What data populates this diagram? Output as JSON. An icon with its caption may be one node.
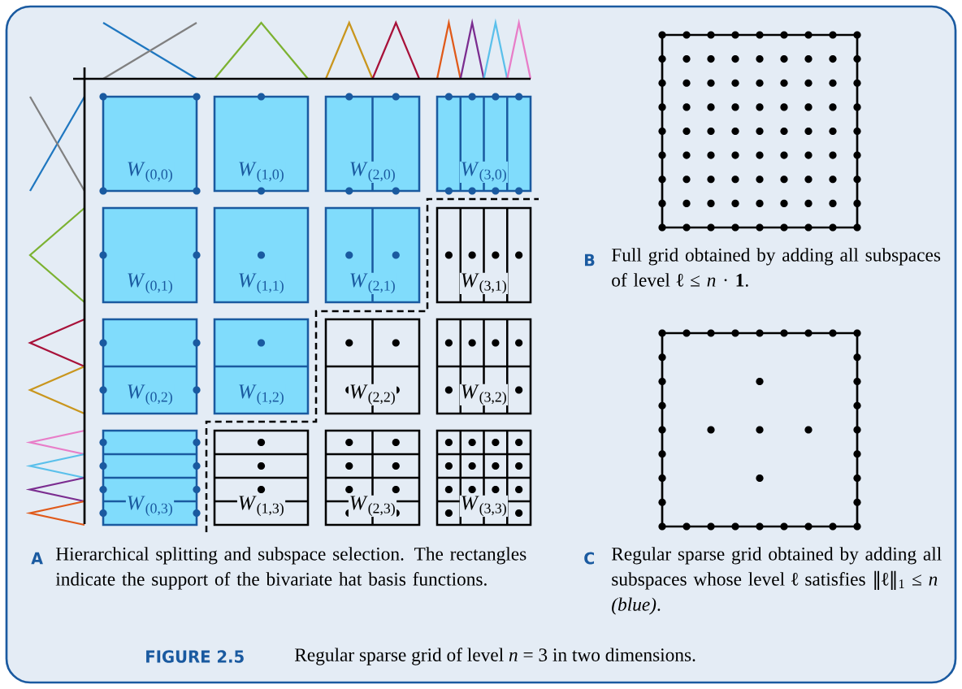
{
  "diagram": {
    "caption": "Regular sparse grid of level *n* = 3 in two dimensions.",
    "nodes": [
      {
        "text": [
          "*W*$_{(0,0)}$"
        ]
      },
      {
        "text": [
          "*W*$_{(1,0)}$"
        ]
      },
      {
        "text": [
          "*W*$_{(2,0)}$"
        ]
      },
      {
        "text": [
          "*W*$_{(3,0)}$"
        ]
      },
      {
        "text": [
          "*W*$_{(0,1)}$"
        ]
      },
      {
        "text": [
          "*W*$_{(1,1)}$"
        ]
      },
      {
        "text": [
          "*W*$_{(2,1)}$"
        ]
      },
      {
        "text": [
          "*W*$_{(3,1)}$"
        ]
      },
      {
        "text": [
          "*W*$_{(0,2)}$"
        ]
      },
      {
        "text": [
          "*W*$_{(1,2)}$"
        ]
      },
      {
        "text": [
          "*W*$_{(2,2)}$"
        ]
      },
      {
        "text": [
          "*W*$_{(3,2)}$"
        ]
      },
      {
        "text": [
          "*W*$_{(0,3)}$"
        ]
      },
      {
        "text": [
          "*W*$_{(1,3)}$"
        ]
      },
      {
        "text": [
          "*W*$_{(2,3)}$"
        ]
      },
      {
        "text": [
          "*W*$_{(3,3)}$"
        ]
      }
    ],
    "labels": [
      "B",
      "Full grid obtained by adding all subspaces of level **ℓ** ≤ *n* · **1**.",
      "A",
      "Hierarchical splitting and subspace selection. The rectangles indicate the support of the bivariate hat basis functions.",
      "C",
      "Regular sparse grid obtained by adding all subspaces whose level **ℓ** satisfies ‖**ℓ**‖$_{1}$ ≤ *n* *(blue)*.",
      "FIGURE 2.5"
    ]
  }
}
